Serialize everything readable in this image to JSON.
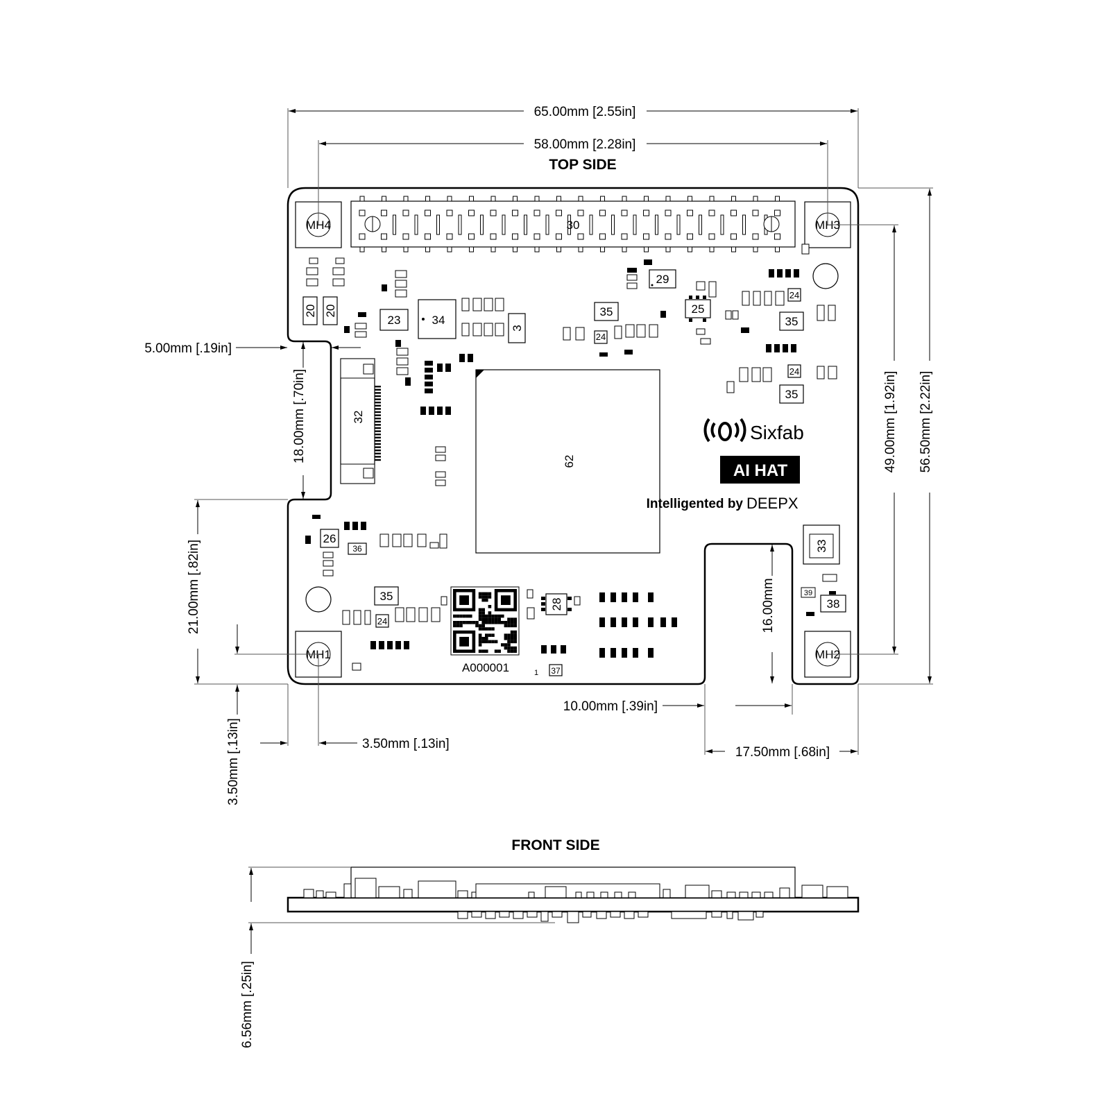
{
  "titles": {
    "top_side": "TOP SIDE",
    "front_side": "FRONT SIDE"
  },
  "dimensions": {
    "width_overall": "65.00mm [2.55in]",
    "hole_span_x": "58.00mm [2.28in]",
    "notch_depth": "5.00mm [.19in]",
    "notch_height": "18.00mm [.70in]",
    "left_lower_height": "21.00mm [.82in]",
    "hole_offset_y": "3.50mm [.13in]",
    "hole_offset_x": "3.50mm [.13in]",
    "cutout_width": "10.00mm [.39in]",
    "cutout_right": "17.50mm [.68in]",
    "cutout_height": "16.00mm",
    "hole_span_y": "49.00mm [1.92in]",
    "height_overall": "56.50mm [2.22in]",
    "thickness": "6.56mm [.25in]"
  },
  "mounting_holes": {
    "mh1": "MH1",
    "mh2": "MH2",
    "mh3": "MH3",
    "mh4": "MH4"
  },
  "components": {
    "header": "30",
    "main_chip": "62",
    "connector": "32",
    "c23": "23",
    "c34": "34",
    "c3": "3",
    "c20a": "20",
    "c20b": "20",
    "c35a": "35",
    "c35b": "35",
    "c35c": "35",
    "c35d": "35",
    "c29": "29",
    "c25": "25",
    "c24a": "24",
    "c24b": "24",
    "c24c": "24",
    "c24d": "24",
    "c26": "26",
    "c36": "36",
    "c28": "28",
    "c33": "33",
    "c38": "38",
    "c39": "39",
    "c37": "37",
    "c1": "1"
  },
  "branding": {
    "brand": "Sixfab",
    "product": "AI HAT",
    "tagline_prefix": "Intelligented by",
    "tagline_brand": "DEEPX",
    "serial": "A000001"
  }
}
